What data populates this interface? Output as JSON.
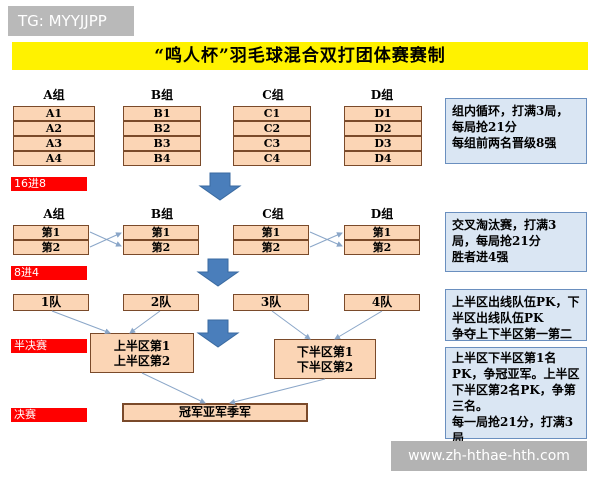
{
  "watermark_top": "TG: MYYJJPP",
  "watermark_bottom": "www.zh-hthae-hth.com",
  "title": "“鸣人杯”羽毛球混合双打团体赛赛制",
  "groups": [
    {
      "label": "A组",
      "members": [
        "A1",
        "A2",
        "A3",
        "A4"
      ]
    },
    {
      "label": "B组",
      "members": [
        "B1",
        "B2",
        "B3",
        "B4"
      ]
    },
    {
      "label": "C组",
      "members": [
        "C1",
        "C2",
        "C3",
        "C4"
      ]
    },
    {
      "label": "D组",
      "members": [
        "D1",
        "D2",
        "D3",
        "D4"
      ]
    }
  ],
  "stages": {
    "round16": "16进8",
    "round8": "8进4",
    "semi": "半决赛",
    "final": "决赛"
  },
  "knockout_groups": [
    {
      "label": "A组",
      "places": [
        "第1",
        "第2"
      ]
    },
    {
      "label": "B组",
      "places": [
        "第1",
        "第2"
      ]
    },
    {
      "label": "C组",
      "places": [
        "第1",
        "第2"
      ]
    },
    {
      "label": "D组",
      "places": [
        "第1",
        "第2"
      ]
    }
  ],
  "teams": [
    "1队",
    "2队",
    "3队",
    "4队"
  ],
  "semis": [
    {
      "lines": [
        "上半区第1",
        "上半区第2"
      ]
    },
    {
      "lines": [
        "下半区第1",
        "下半区第2"
      ]
    }
  ],
  "final_box": "冠军亚军季军",
  "rules": [
    {
      "lines": [
        "组内循环，打满3局，",
        "每局抢21分",
        "每组前两名晋级8强"
      ]
    },
    {
      "lines": [
        "交叉淘汰赛，打满3",
        "局，每局抢21分",
        "胜者进4强"
      ]
    },
    {
      "lines": [
        "上半区出线队伍PK，下",
        "半区出线队伍PK",
        "争夺上下半区第一第二"
      ]
    },
    {
      "lines": [
        "上半区下半区第1名",
        "PK，争冠亚军。上半区",
        "下半区第2名PK，争第",
        "三名。",
        "每一局抢21分，打满3",
        "局"
      ]
    }
  ],
  "colors": {
    "title_bg": "#fff200",
    "cell_fill": "#fbd5b5",
    "stage_bg": "#ff0000",
    "rule_bg": "#dae6f3",
    "arrow": "#4a7ebb"
  }
}
